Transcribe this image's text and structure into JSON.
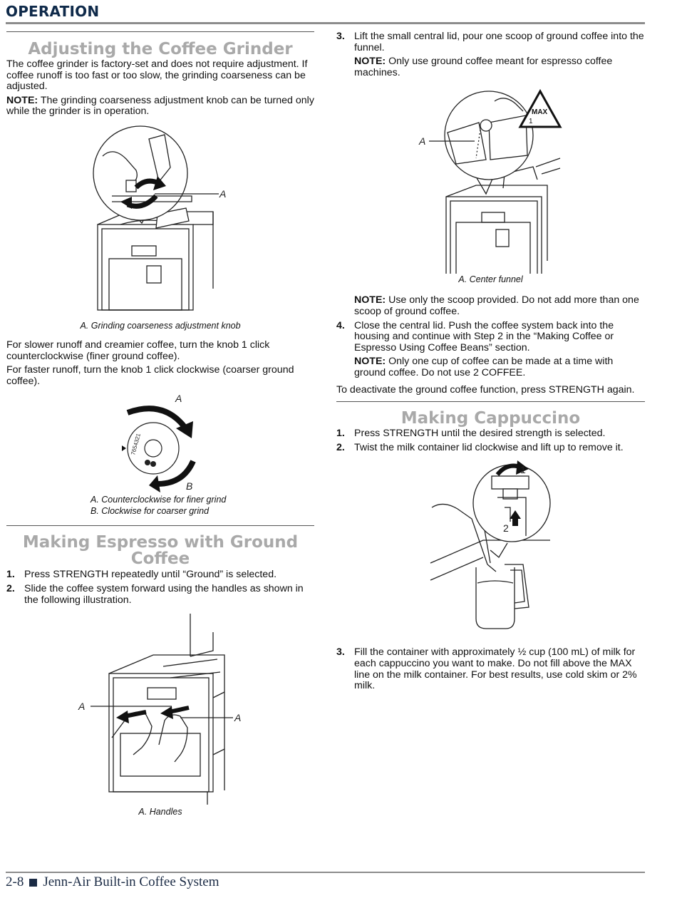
{
  "header": {
    "title": "OPERATION"
  },
  "left": {
    "grinder": {
      "title": "Adjusting the Coffee Grinder",
      "intro": "The coffee grinder is factory-set and does not require adjustment. If coffee runoff is too fast or too slow, the grinding coarseness can be adjusted.",
      "note_label": "NOTE:",
      "note_text": " The grinding coarseness adjustment knob can be turned only while the grinder is in operation.",
      "figure_label_a": "A",
      "figure_caption": "A. Grinding coarseness adjustment knob",
      "slower_text": "For slower runoff and creamier coffee, turn the knob 1 click counterclockwise (finer ground coffee).",
      "faster_text": "For faster runoff, turn the knob 1 click clockwise (coarser ground coffee).",
      "dial_label_a": "A",
      "dial_label_b": "B",
      "dial_numbers": "7654321",
      "dial_caption_a": "A. Counterclockwise for finer grind",
      "dial_caption_b": "B. Clockwise for coarser grind"
    },
    "espresso": {
      "title": "Making Espresso with Ground Coffee",
      "step1_num": "1.",
      "step1_text": "Press STRENGTH repeatedly until “Ground” is selected.",
      "step2_num": "2.",
      "step2_text": "Slide the coffee system forward using the handles as shown in the following illustration.",
      "figure_label_left": "A",
      "figure_label_right": "A",
      "figure_caption": "A. Handles"
    }
  },
  "right": {
    "step3_num": "3.",
    "step3_text": "Lift the small central lid, pour one scoop of ground coffee into the funnel.",
    "note1_label": "NOTE:",
    "note1_text": " Only use ground coffee meant for espresso coffee machines.",
    "funnel_label_a": "A",
    "funnel_max": "MAX",
    "funnel_one": "1",
    "funnel_caption": "A. Center funnel",
    "note2_label": "NOTE:",
    "note2_text": " Use only the scoop provided. Do not add more than one scoop of ground coffee.",
    "step4_num": "4.",
    "step4_text": "Close the central lid. Push the coffee system back into the housing and continue with Step 2 in the “Making Coffee or Espresso Using Coffee Beans” section.",
    "note3_label": "NOTE:",
    "note3_text": " Only one cup of coffee can be made at a time with ground coffee. Do not use 2 COFFEE.",
    "deactivate_text": "To deactivate the ground coffee function, press STRENGTH again.",
    "cappuccino": {
      "title": "Making Cappuccino",
      "step1_num": "1.",
      "step1_text": "Press STRENGTH until the desired strength is selected.",
      "step2_num": "2.",
      "step2_text": "Twist the milk container lid clockwise and lift up to remove it.",
      "figure_label_1": "1",
      "figure_label_2": "2",
      "step3_num": "3.",
      "step3_text": "Fill the container with approximately ½ cup (100 mL) of milk for each cappuccino you want to make. Do not fill above the MAX line on the milk container. For best results, use cold skim or 2% milk."
    }
  },
  "footer": {
    "page_number": "2-8",
    "title": "Jenn-Air Built-in Coffee System"
  }
}
